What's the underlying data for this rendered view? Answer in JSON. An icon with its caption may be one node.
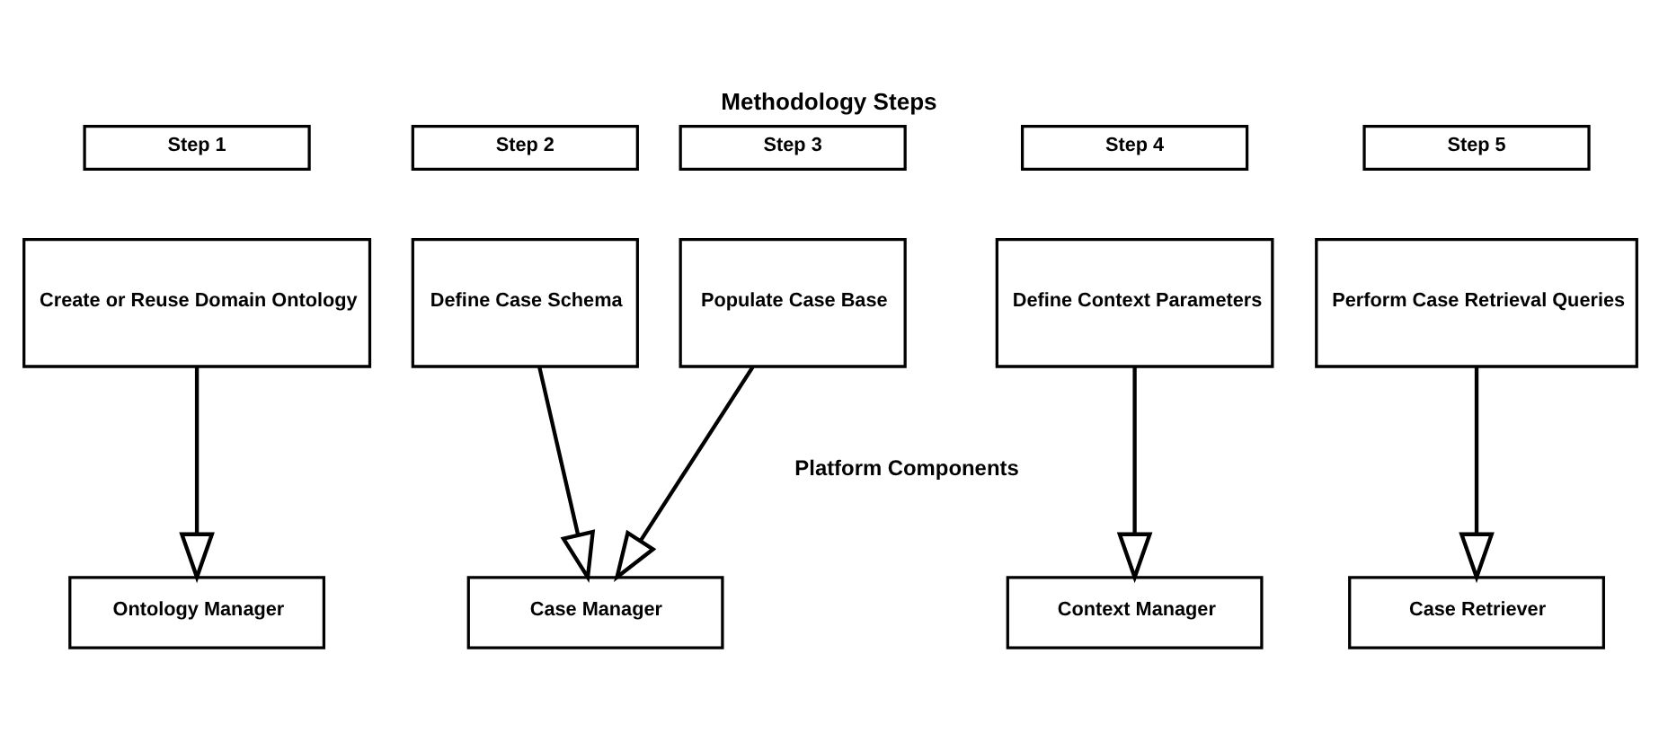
{
  "diagram": {
    "title": "Methodology Steps",
    "nodes": [
      {
        "text": [
          "Step 1"
        ]
      },
      {
        "text": [
          "Step 2"
        ]
      },
      {
        "text": [
          "Step 3"
        ]
      },
      {
        "text": [
          "Step 4"
        ]
      },
      {
        "text": [
          "Step 5"
        ]
      },
      {
        "text": [
          "Create or Reuse Domain Ontology"
        ]
      },
      {
        "text": [
          "Define Case Schema"
        ]
      },
      {
        "text": [
          "Populate Case Base"
        ]
      },
      {
        "text": [
          "Define Context Parameters"
        ]
      },
      {
        "text": [
          "Perform Case Retrieval Queries"
        ]
      },
      {
        "text": [
          "Ontology Manager"
        ]
      },
      {
        "text": [
          "Case Manager"
        ]
      },
      {
        "text": [
          "Context Manager"
        ]
      },
      {
        "text": [
          "Case Retriever"
        ]
      }
    ],
    "edges": [
      {
        "from": 5,
        "to": 10,
        "arrow": "to"
      },
      {
        "from": 6,
        "to": 11,
        "arrow": "to"
      },
      {
        "from": 7,
        "to": 11,
        "arrow": "to"
      },
      {
        "from": 8,
        "to": 12,
        "arrow": "to"
      },
      {
        "from": 9,
        "to": 13,
        "arrow": "to"
      }
    ],
    "labels": [
      "Platform Components"
    ]
  }
}
